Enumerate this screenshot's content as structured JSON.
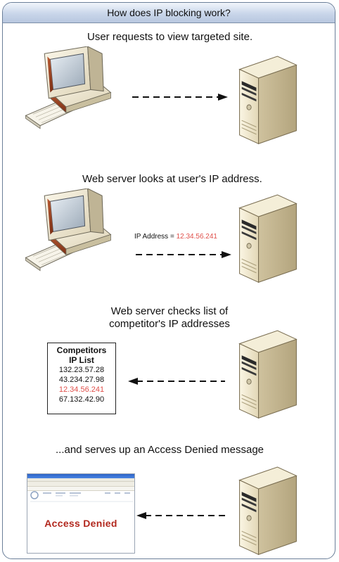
{
  "title": "How does IP blocking work?",
  "steps": {
    "step1": "User requests to view targeted site.",
    "step2": "Web server looks at user's IP address.",
    "step3_line1": "Web server checks list of",
    "step3_line2": "competitor's IP addresses",
    "step4": "...and serves up an Access Denied message"
  },
  "ip_label": {
    "prefix": "IP Address = ",
    "value": "12.34.56.241"
  },
  "competitors_list": {
    "heading_line1": "Competitors",
    "heading_line2": "IP List",
    "entries": [
      "132.23.57.28",
      "43.234.27.98",
      "12.34.56.241",
      "67.132.42.90"
    ],
    "highlighted_entry": "12.34.56.241"
  },
  "browser": {
    "message": "Access Denied"
  },
  "colors": {
    "highlight": "#e0504b",
    "denied": "#b2281e",
    "title_bar": "#c9d6ea"
  }
}
